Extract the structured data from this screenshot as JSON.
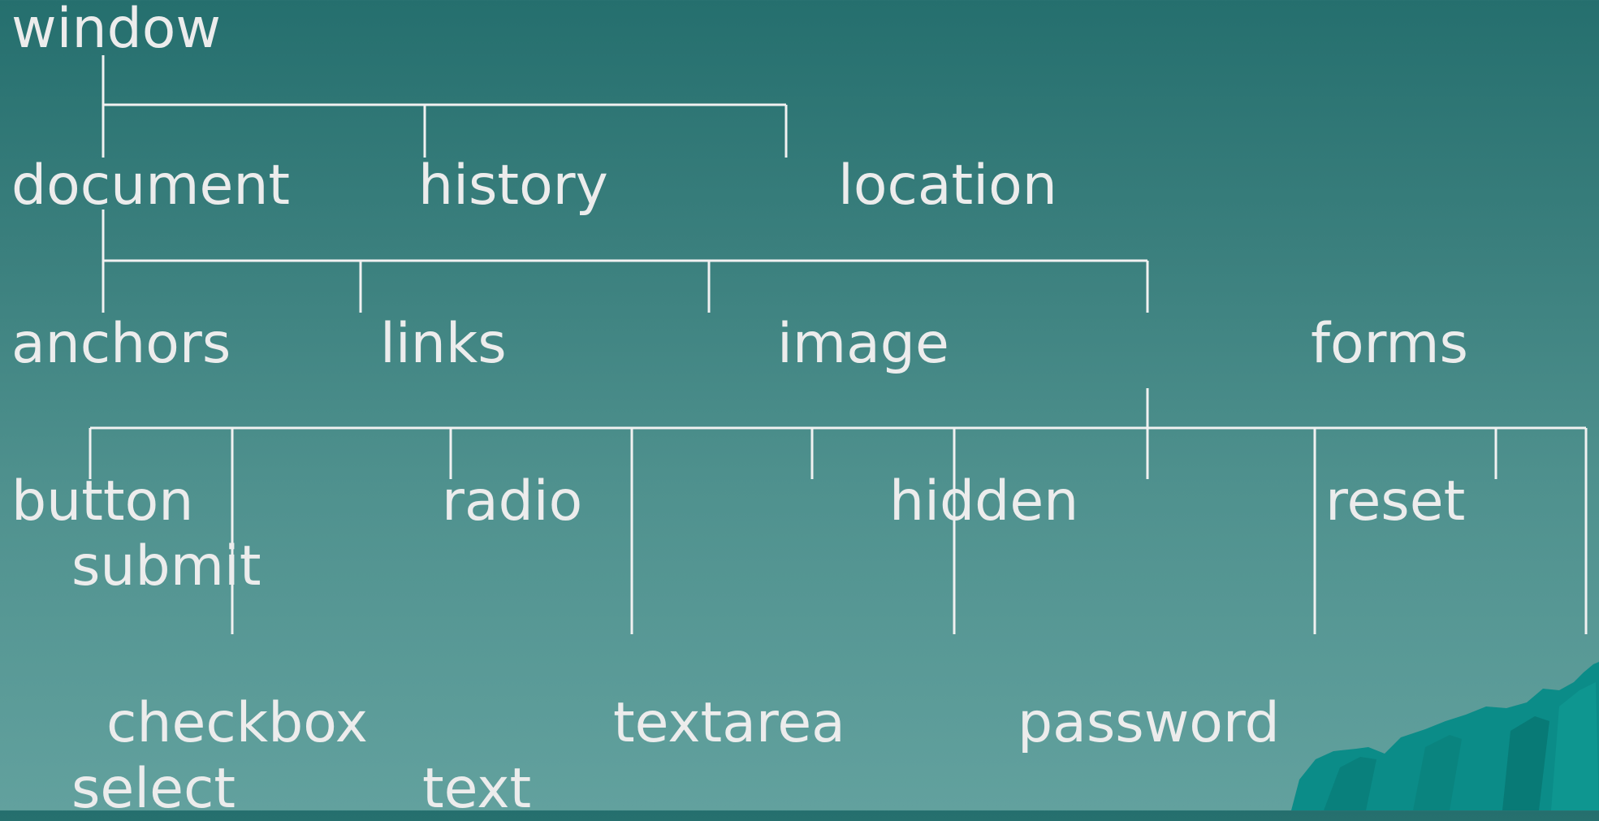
{
  "nodes": {
    "window": "window",
    "document": "document",
    "history": "history",
    "location": "location",
    "anchors": "anchors",
    "links": "links",
    "image": "image",
    "forms": "forms",
    "button": "button",
    "submit": "submit",
    "radio": "radio",
    "hidden": "hidden",
    "reset": "reset",
    "checkbox": "checkbox",
    "textarea": "textarea",
    "password": "password",
    "select": "select",
    "text": "text"
  },
  "colors": {
    "background_top": "#256f6e",
    "background_bottom": "#62a19e",
    "text": "#ececec",
    "lines": "#f1f1f1",
    "rock": "#0b8c88"
  }
}
